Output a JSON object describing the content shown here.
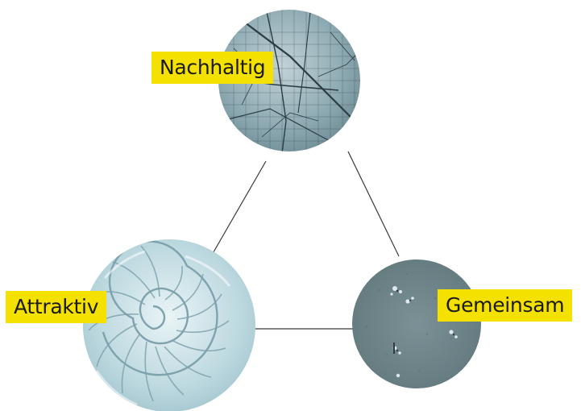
{
  "labels": {
    "top": "Nachhaltig",
    "left": "Attraktiv",
    "right": "Gemeinsam"
  },
  "nodes": {
    "top": {
      "image": "leaf-skeleton-texture"
    },
    "left": {
      "image": "nautilus-shell-cross-section"
    },
    "right": {
      "image": "gray-felt-with-small-objects"
    }
  },
  "colors": {
    "label_background": "#f5e100",
    "label_text": "#1a1a1a",
    "connector": "#3a3a3a",
    "leaf_tone": "#8eaab2",
    "shell_tone": "#c3dde4",
    "felt_tone": "#6e8489"
  }
}
